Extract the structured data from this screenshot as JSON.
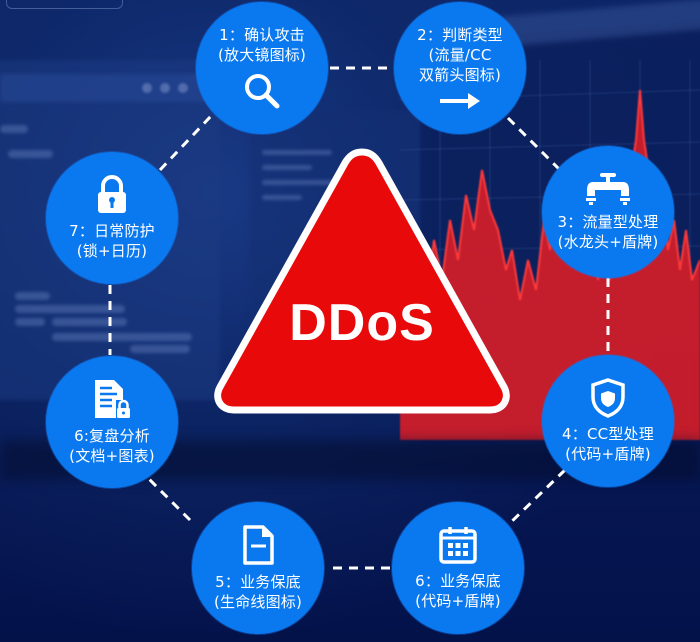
{
  "center": {
    "label": "DDoS",
    "icon": "warning-triangle-icon",
    "color": "#e80a0a"
  },
  "colors": {
    "node_fill": "#0a78ee",
    "background": "#071a52",
    "chart_line": "#e8222a",
    "dash": "#ffffff"
  },
  "steps": [
    {
      "id": 1,
      "line1": "1：确认攻击",
      "line2": "(放大镜图标)",
      "icon": "magnifier-icon"
    },
    {
      "id": 2,
      "line1": "2：判断类型",
      "line2": "(流量/CC",
      "line3": "双箭头图标)",
      "icon": "arrow-right-icon"
    },
    {
      "id": 3,
      "line1": "3：流量型处理",
      "line2": "(水龙头+盾牌)",
      "icon": "faucet-icon"
    },
    {
      "id": 4,
      "line1": "4：CC型处理",
      "line2": "(代码+盾牌)",
      "icon": "shield-icon"
    },
    {
      "id": 5,
      "line1": "6：业务保底",
      "line2": "(代码+盾牌)",
      "icon": "calendar-icon"
    },
    {
      "id": 6,
      "line1": "5：业务保底",
      "line2": "(生命线图标)",
      "icon": "document-icon"
    },
    {
      "id": 7,
      "line1": "6:复盘分析",
      "line2": "(文档+图表)",
      "icon": "document-lock-icon"
    },
    {
      "id": 8,
      "line1": "7：日常防护",
      "line2": "(锁+日历)",
      "icon": "lock-icon"
    }
  ]
}
